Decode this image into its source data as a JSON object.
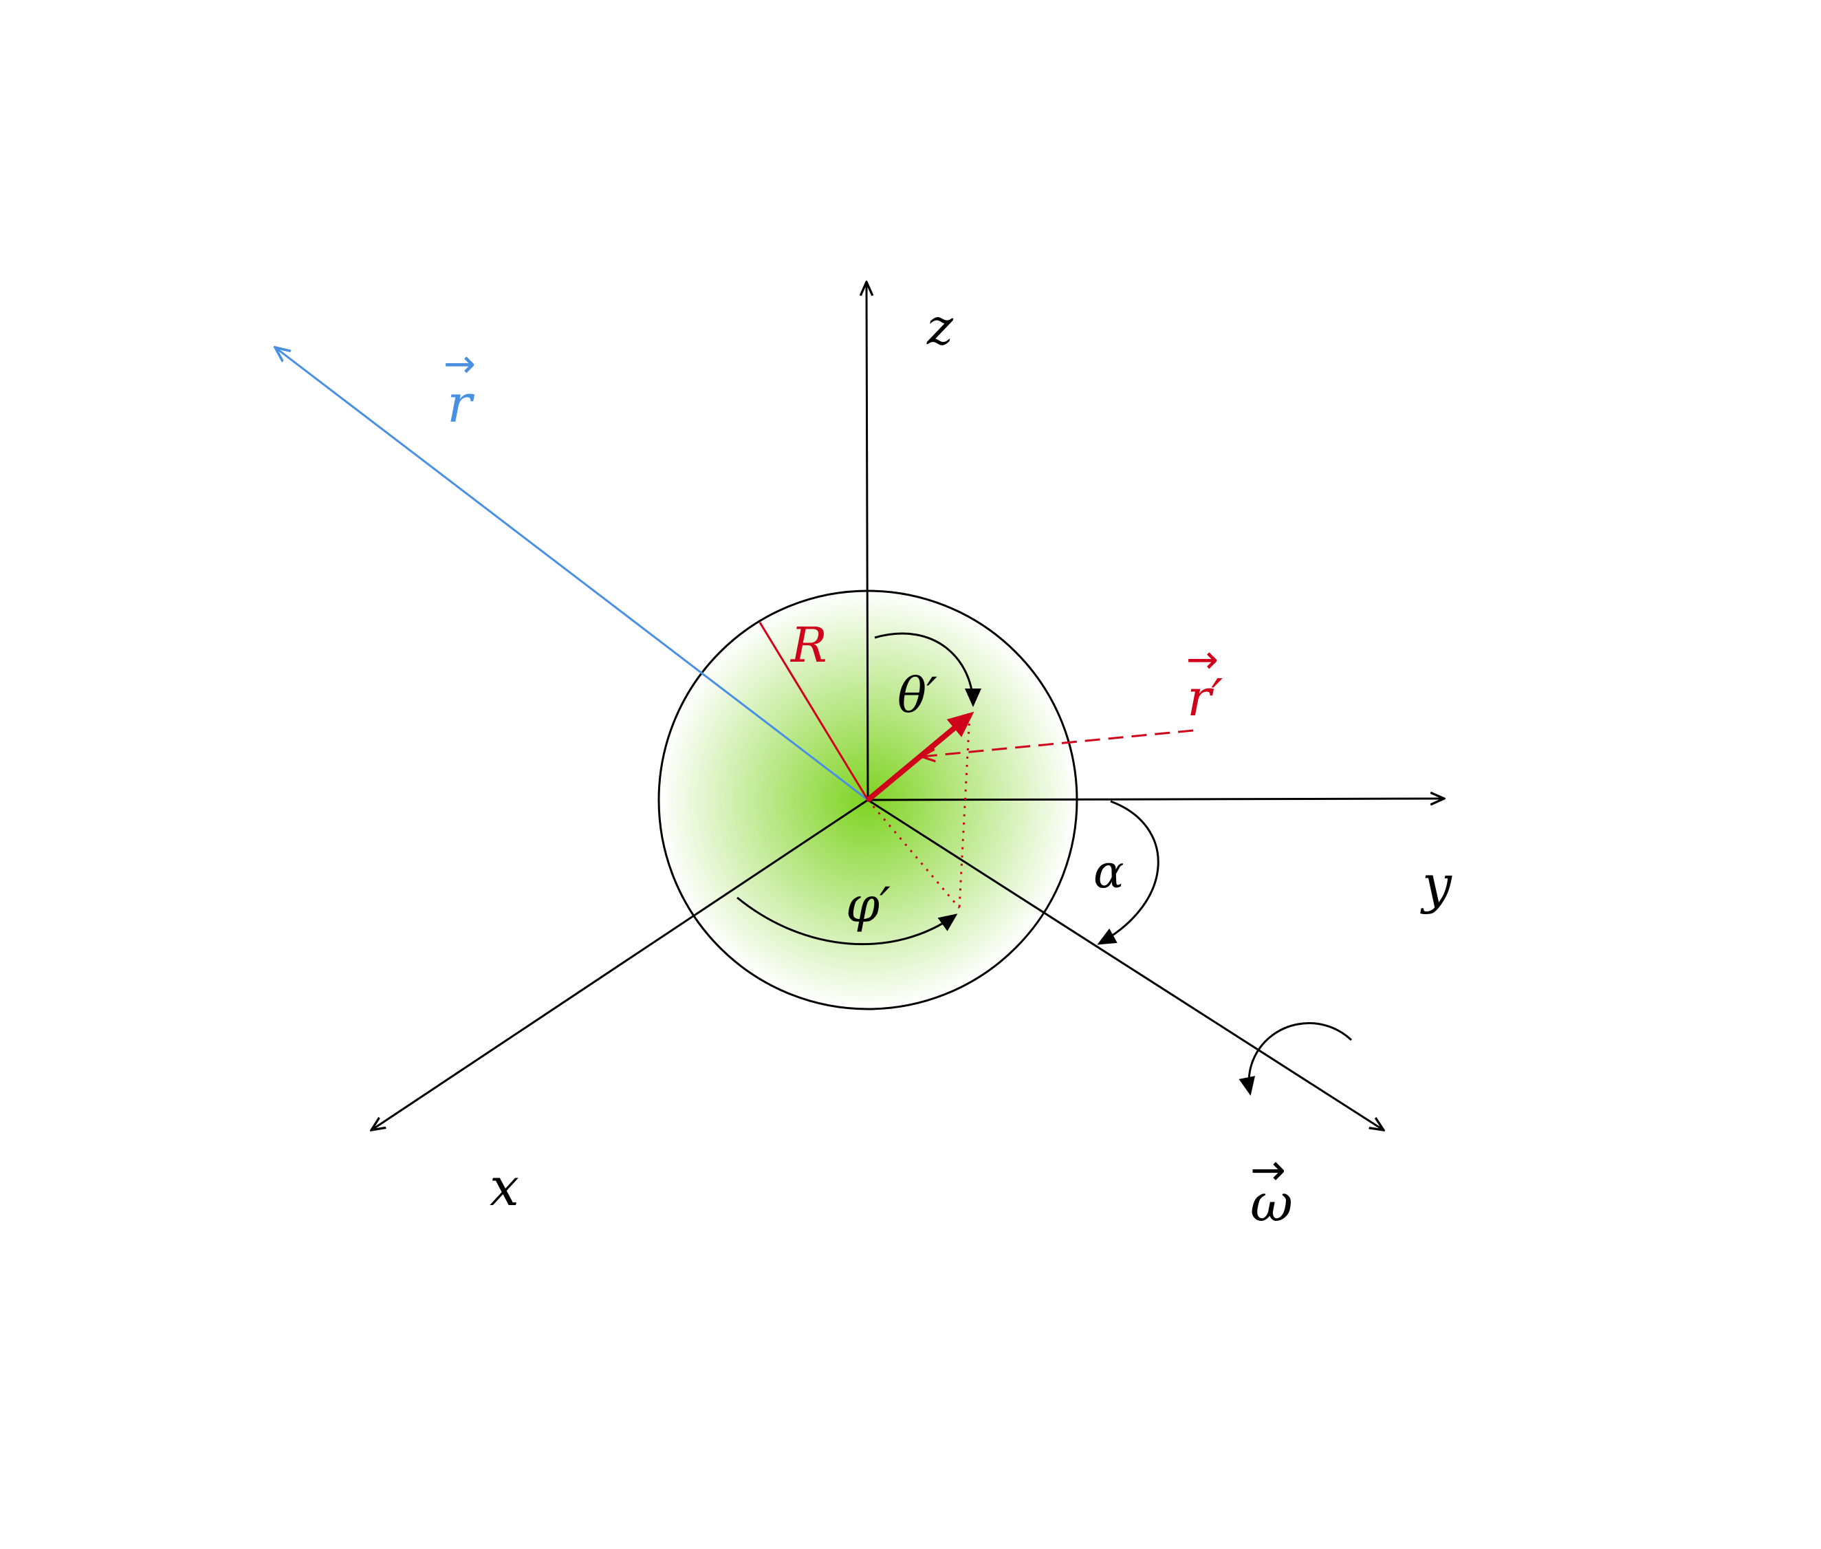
{
  "colors": {
    "axis": "#000000",
    "position_vector": "#4a90e2",
    "source_vector": "#d0021b",
    "sphere_center": "#7ed321",
    "sphere_edge": "#ffffff"
  },
  "labels": {
    "z_axis": "z",
    "y_axis": "y",
    "x_axis": "x",
    "omega_vector": "ω",
    "position_vector": "r",
    "source_vector": "r′",
    "radius": "R",
    "theta_angle": "θ′",
    "phi_angle": "φ′",
    "alpha_angle": "α",
    "vector_arrow": "→"
  }
}
